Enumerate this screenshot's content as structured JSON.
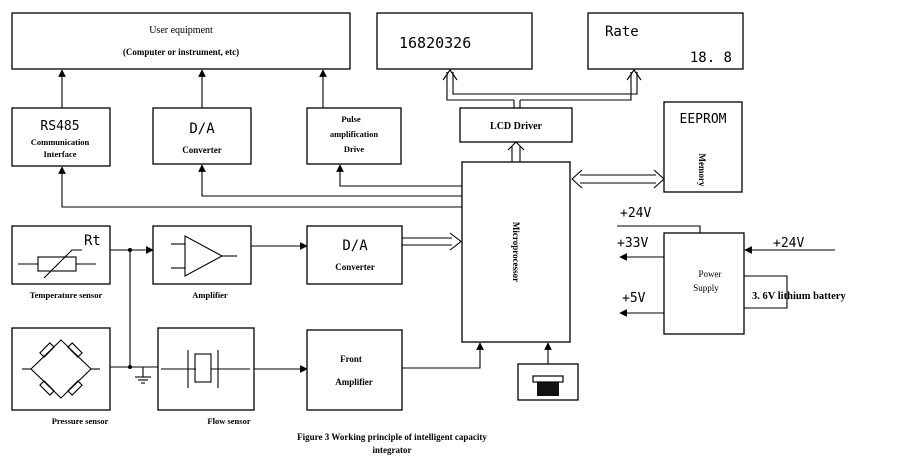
{
  "user_equipment": {
    "title": "User equipment",
    "subtitle": "(Computer or instrument, etc)"
  },
  "display_left": {
    "value": "16820326"
  },
  "display_right": {
    "label": "Rate",
    "value": "18. 8"
  },
  "lcd_driver": {
    "label": "LCD Driver"
  },
  "eeprom": {
    "title": "EEPROM",
    "sub": "Memory"
  },
  "rs485": {
    "title": "RS485",
    "line1": "Communication",
    "line2": "Interface"
  },
  "da_top": {
    "title": "D/A",
    "sub": "Converter"
  },
  "pulse": {
    "line1": "Pulse",
    "line2": "amplification",
    "line3": "Drive"
  },
  "microprocessor": {
    "label": "Microprocessor"
  },
  "temperature_sensor": {
    "symbol": "Rt",
    "caption": "Temperature sensor"
  },
  "amplifier": {
    "caption": "Amplifier"
  },
  "da_mid": {
    "title": "D/A",
    "sub": "Converter"
  },
  "pressure_sensor": {
    "caption": "Pressure sensor"
  },
  "flow_sensor": {
    "caption": "Flow sensor"
  },
  "front_amplifier": {
    "line1": "Front",
    "line2": "Amplifier"
  },
  "power": {
    "line1": "Power",
    "line2": "Supply",
    "in_top": "+24V",
    "in_right": "+24V",
    "out_33": "+33V",
    "out_5": "+5V",
    "battery": "3. 6V lithium battery"
  },
  "figure_caption": {
    "line1": "Figure 3 Working principle of intelligent capacity",
    "line2": "integrator"
  }
}
